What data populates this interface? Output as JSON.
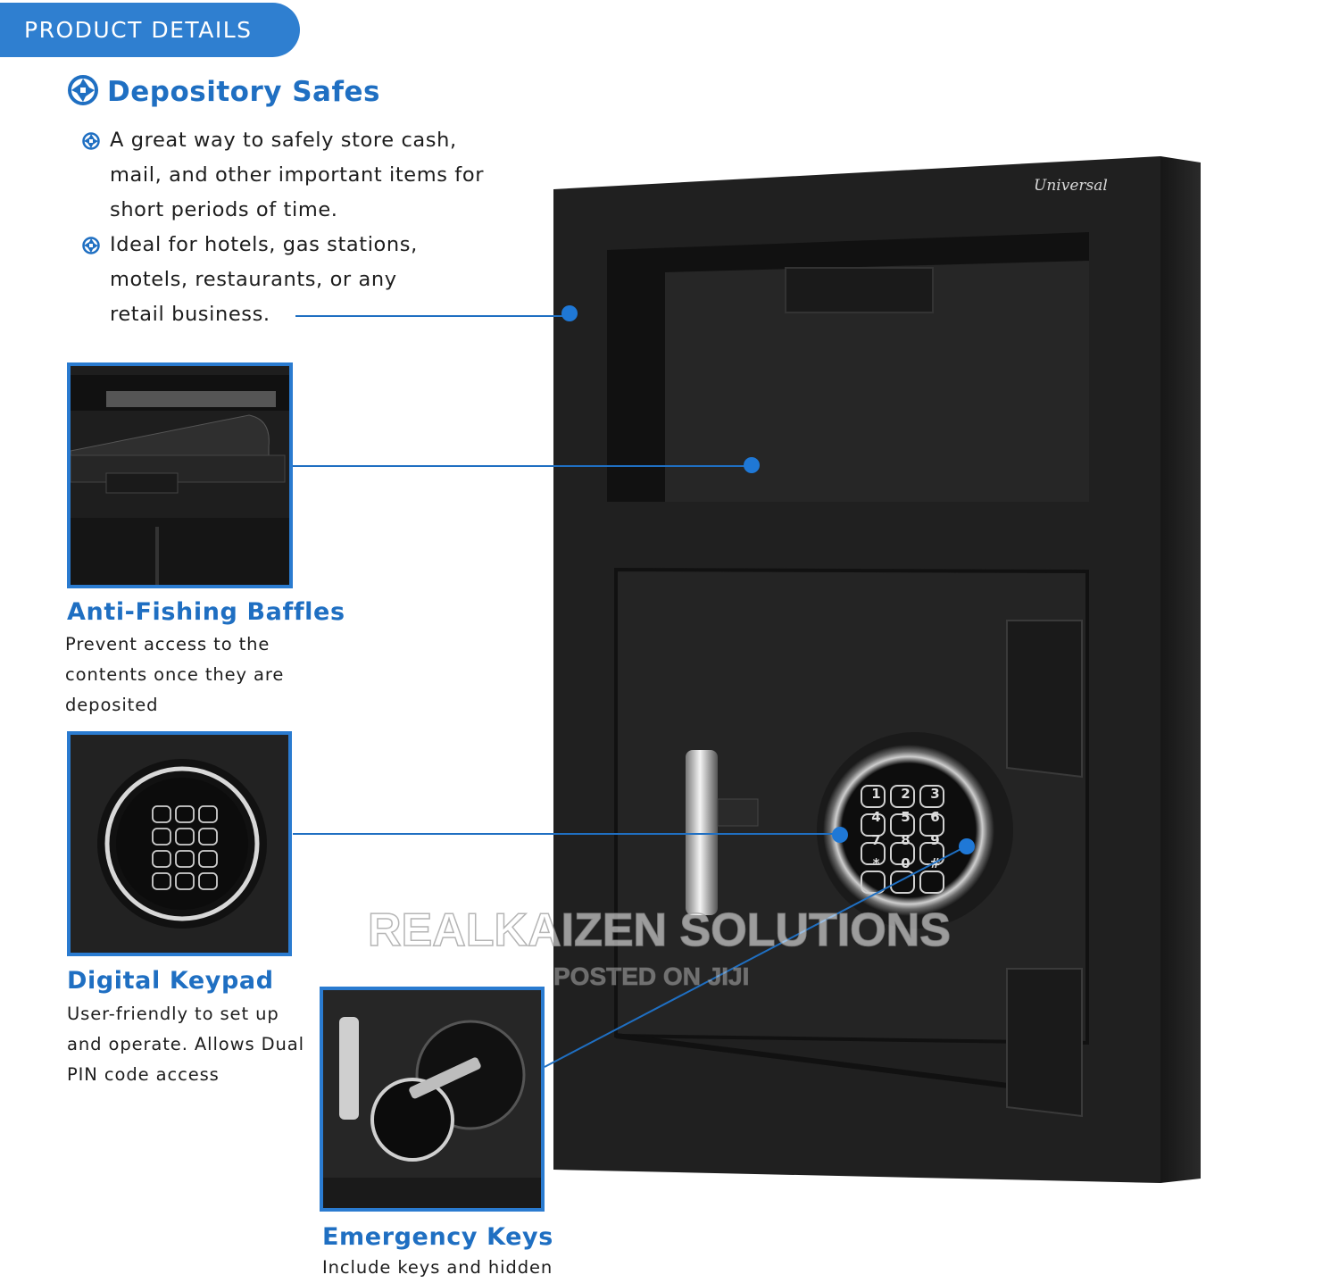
{
  "tab": {
    "label": "PRODUCT DETAILS"
  },
  "main": {
    "title": "Depository Safes",
    "bullets": [
      {
        "text": "A great way to safely store cash, mail, and other important items for short periods of time."
      },
      {
        "text": "Ideal for hotels, gas stations, motels, restaurants, or any retail business."
      }
    ]
  },
  "features": [
    {
      "title": "Anti-Fishing Baffles",
      "desc": "Prevent access to the contents once they are deposited"
    },
    {
      "title": "Digital Keypad",
      "desc": "User-friendly to set up and operate. Allows Dual PIN code access"
    },
    {
      "title": "Emergency Keys",
      "desc": "Include keys and hidden"
    }
  ],
  "product": {
    "brand": "Universal"
  },
  "watermark": {
    "line1": "REALKAIZEN SOLUTIONS",
    "line2": "POSTED ON JIJI"
  },
  "colors": {
    "accent": "#1f6fc2",
    "tab": "#2f7fd0",
    "safe": "#1c1c1c"
  },
  "keypad": {
    "keys": [
      "1",
      "2",
      "3",
      "4",
      "5",
      "6",
      "7",
      "8",
      "9",
      "*",
      "0",
      "#"
    ]
  }
}
